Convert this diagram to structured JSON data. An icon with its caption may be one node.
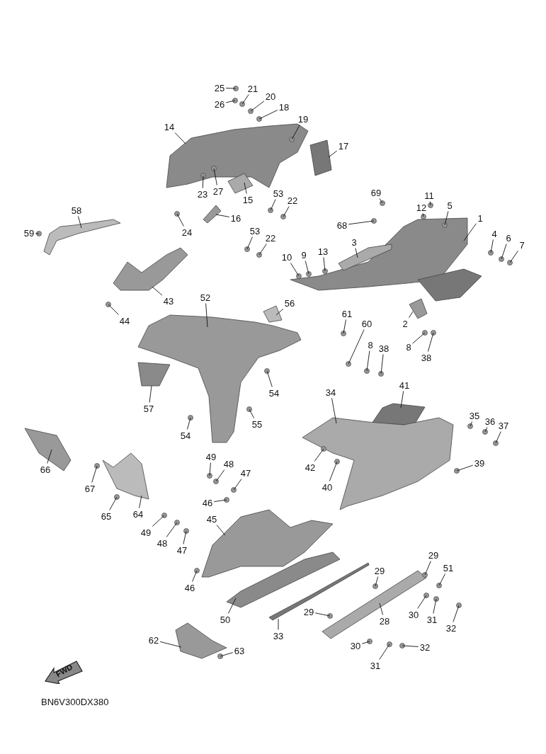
{
  "diagram": {
    "nodes": [
      {
        "text": [
          "25"
        ]
      },
      {
        "text": [
          "21"
        ]
      },
      {
        "text": [
          "20"
        ]
      },
      {
        "text": [
          "26"
        ]
      },
      {
        "text": [
          "18"
        ]
      },
      {
        "text": [
          "19"
        ]
      },
      {
        "text": [
          "14"
        ]
      },
      {
        "text": [
          "17"
        ]
      },
      {
        "text": [
          "23"
        ]
      },
      {
        "text": [
          "27"
        ]
      },
      {
        "text": [
          "15"
        ]
      },
      {
        "text": [
          "53"
        ]
      },
      {
        "text": [
          "22"
        ]
      },
      {
        "text": [
          "16"
        ]
      },
      {
        "text": [
          "24"
        ]
      },
      {
        "text": [
          "58"
        ]
      },
      {
        "text": [
          "59"
        ]
      },
      {
        "text": [
          "53"
        ]
      },
      {
        "text": [
          "22"
        ]
      },
      {
        "text": [
          "69"
        ]
      },
      {
        "text": [
          "11"
        ]
      },
      {
        "text": [
          "12"
        ]
      },
      {
        "text": [
          "5"
        ]
      },
      {
        "text": [
          "68"
        ]
      },
      {
        "text": [
          "1"
        ]
      },
      {
        "text": [
          "3"
        ]
      },
      {
        "text": [
          "4"
        ]
      },
      {
        "text": [
          "6"
        ]
      },
      {
        "text": [
          "7"
        ]
      },
      {
        "text": [
          "10"
        ]
      },
      {
        "text": [
          "9"
        ]
      },
      {
        "text": [
          "13"
        ]
      },
      {
        "text": [
          "43"
        ]
      },
      {
        "text": [
          "44"
        ]
      },
      {
        "text": [
          "52"
        ]
      },
      {
        "text": [
          "56"
        ]
      },
      {
        "text": [
          "2"
        ]
      },
      {
        "text": [
          "61"
        ]
      },
      {
        "text": [
          "60"
        ]
      },
      {
        "text": [
          "8"
        ]
      },
      {
        "text": [
          "38"
        ]
      },
      {
        "text": [
          "8"
        ]
      },
      {
        "text": [
          "38"
        ]
      },
      {
        "text": [
          "57"
        ]
      },
      {
        "text": [
          "54"
        ]
      },
      {
        "text": [
          "55"
        ]
      },
      {
        "text": [
          "54"
        ]
      },
      {
        "text": [
          "34"
        ]
      },
      {
        "text": [
          "41"
        ]
      },
      {
        "text": [
          "35"
        ]
      },
      {
        "text": [
          "36"
        ]
      },
      {
        "text": [
          "37"
        ]
      },
      {
        "text": [
          "42"
        ]
      },
      {
        "text": [
          "39"
        ]
      },
      {
        "text": [
          "40"
        ]
      },
      {
        "text": [
          "66"
        ]
      },
      {
        "text": [
          "67"
        ]
      },
      {
        "text": [
          "49"
        ]
      },
      {
        "text": [
          "48"
        ]
      },
      {
        "text": [
          "47"
        ]
      },
      {
        "text": [
          "65"
        ]
      },
      {
        "text": [
          "64"
        ]
      },
      {
        "text": [
          "46"
        ]
      },
      {
        "text": [
          "45"
        ]
      },
      {
        "text": [
          "49"
        ]
      },
      {
        "text": [
          "48"
        ]
      },
      {
        "text": [
          "47"
        ]
      },
      {
        "text": [
          "46"
        ]
      },
      {
        "text": [
          "29"
        ]
      },
      {
        "text": [
          "51"
        ]
      },
      {
        "text": [
          "29"
        ]
      },
      {
        "text": [
          "50"
        ]
      },
      {
        "text": [
          "28"
        ]
      },
      {
        "text": [
          "30"
        ]
      },
      {
        "text": [
          "31"
        ]
      },
      {
        "text": [
          "32"
        ]
      },
      {
        "text": [
          "29"
        ]
      },
      {
        "text": [
          "33"
        ]
      },
      {
        "text": [
          "62"
        ]
      },
      {
        "text": [
          "63"
        ]
      },
      {
        "text": [
          "30"
        ]
      },
      {
        "text": [
          "31"
        ]
      },
      {
        "text": [
          "32"
        ]
      },
      {
        "text": [
          "FWD"
        ]
      }
    ],
    "edges": [
      {
        "from": 0,
        "to": null,
        "arrow": "none"
      },
      {
        "from": 1,
        "to": null,
        "arrow": "none"
      },
      {
        "from": 2,
        "to": null,
        "arrow": "none"
      },
      {
        "from": 3,
        "to": null,
        "arrow": "none"
      },
      {
        "from": 4,
        "to": null,
        "arrow": "none"
      },
      {
        "from": 5,
        "to": null,
        "arrow": "none"
      },
      {
        "from": 6,
        "to": null,
        "arrow": "none"
      },
      {
        "from": 7,
        "to": null,
        "arrow": "none"
      },
      {
        "from": 8,
        "to": null,
        "arrow": "none"
      },
      {
        "from": 9,
        "to": null,
        "arrow": "none"
      },
      {
        "from": 10,
        "to": null,
        "arrow": "none"
      },
      {
        "from": 11,
        "to": null,
        "arrow": "none"
      },
      {
        "from": 12,
        "to": null,
        "arrow": "none"
      },
      {
        "from": 13,
        "to": null,
        "arrow": "none"
      },
      {
        "from": 14,
        "to": null,
        "arrow": "none"
      },
      {
        "from": 15,
        "to": null,
        "arrow": "none"
      },
      {
        "from": 16,
        "to": null,
        "arrow": "none"
      },
      {
        "from": 17,
        "to": null,
        "arrow": "none"
      },
      {
        "from": 18,
        "to": null,
        "arrow": "none"
      },
      {
        "from": 19,
        "to": null,
        "arrow": "none"
      },
      {
        "from": 20,
        "to": null,
        "arrow": "none"
      },
      {
        "from": 21,
        "to": null,
        "arrow": "none"
      },
      {
        "from": 22,
        "to": null,
        "arrow": "none"
      },
      {
        "from": 23,
        "to": null,
        "arrow": "none"
      },
      {
        "from": 24,
        "to": null,
        "arrow": "none"
      },
      {
        "from": 25,
        "to": null,
        "arrow": "none"
      },
      {
        "from": 26,
        "to": null,
        "arrow": "none"
      },
      {
        "from": 27,
        "to": null,
        "arrow": "none"
      },
      {
        "from": 28,
        "to": null,
        "arrow": "none"
      },
      {
        "from": 29,
        "to": null,
        "arrow": "none"
      },
      {
        "from": 30,
        "to": null,
        "arrow": "none"
      },
      {
        "from": 31,
        "to": null,
        "arrow": "none"
      },
      {
        "from": 32,
        "to": null,
        "arrow": "none"
      },
      {
        "from": 33,
        "to": null,
        "arrow": "none"
      },
      {
        "from": 34,
        "to": null,
        "arrow": "none"
      },
      {
        "from": 35,
        "to": null,
        "arrow": "none"
      },
      {
        "from": 36,
        "to": null,
        "arrow": "none"
      },
      {
        "from": 37,
        "to": null,
        "arrow": "none"
      },
      {
        "from": 38,
        "to": null,
        "arrow": "none"
      },
      {
        "from": 39,
        "to": null,
        "arrow": "none"
      },
      {
        "from": 40,
        "to": null,
        "arrow": "none"
      },
      {
        "from": 41,
        "to": null,
        "arrow": "none"
      },
      {
        "from": 42,
        "to": null,
        "arrow": "none"
      },
      {
        "from": 43,
        "to": null,
        "arrow": "none"
      },
      {
        "from": 44,
        "to": null,
        "arrow": "none"
      },
      {
        "from": 45,
        "to": null,
        "arrow": "none"
      },
      {
        "from": 46,
        "to": null,
        "arrow": "none"
      },
      {
        "from": 47,
        "to": null,
        "arrow": "none"
      },
      {
        "from": 48,
        "to": null,
        "arrow": "none"
      },
      {
        "from": 49,
        "to": null,
        "arrow": "none"
      },
      {
        "from": 50,
        "to": null,
        "arrow": "none"
      },
      {
        "from": 51,
        "to": null,
        "arrow": "none"
      },
      {
        "from": 52,
        "to": null,
        "arrow": "none"
      },
      {
        "from": 53,
        "to": null,
        "arrow": "none"
      },
      {
        "from": 54,
        "to": null,
        "arrow": "none"
      },
      {
        "from": 55,
        "to": null,
        "arrow": "none"
      },
      {
        "from": 56,
        "to": null,
        "arrow": "none"
      },
      {
        "from": 57,
        "to": null,
        "arrow": "none"
      },
      {
        "from": 58,
        "to": null,
        "arrow": "none"
      },
      {
        "from": 59,
        "to": null,
        "arrow": "none"
      },
      {
        "from": 60,
        "to": null,
        "arrow": "none"
      },
      {
        "from": 61,
        "to": null,
        "arrow": "none"
      },
      {
        "from": 62,
        "to": null,
        "arrow": "none"
      },
      {
        "from": 63,
        "to": null,
        "arrow": "none"
      },
      {
        "from": 64,
        "to": null,
        "arrow": "none"
      },
      {
        "from": 65,
        "to": null,
        "arrow": "none"
      },
      {
        "from": 66,
        "to": null,
        "arrow": "none"
      },
      {
        "from": 67,
        "to": null,
        "arrow": "none"
      },
      {
        "from": 68,
        "to": null,
        "arrow": "none"
      },
      {
        "from": 69,
        "to": null,
        "arrow": "none"
      },
      {
        "from": 70,
        "to": null,
        "arrow": "none"
      },
      {
        "from": 71,
        "to": null,
        "arrow": "none"
      },
      {
        "from": 72,
        "to": null,
        "arrow": "none"
      },
      {
        "from": 73,
        "to": null,
        "arrow": "none"
      },
      {
        "from": 74,
        "to": null,
        "arrow": "none"
      },
      {
        "from": 75,
        "to": null,
        "arrow": "none"
      },
      {
        "from": 76,
        "to": null,
        "arrow": "none"
      },
      {
        "from": 77,
        "to": null,
        "arrow": "none"
      },
      {
        "from": 78,
        "to": null,
        "arrow": "none"
      },
      {
        "from": 79,
        "to": null,
        "arrow": "none"
      },
      {
        "from": 80,
        "to": null,
        "arrow": "none"
      },
      {
        "from": 81,
        "to": null,
        "arrow": "none"
      },
      {
        "from": 82,
        "to": null,
        "arrow": "none"
      }
    ],
    "labels": [
      "BN6V300DX380"
    ]
  }
}
